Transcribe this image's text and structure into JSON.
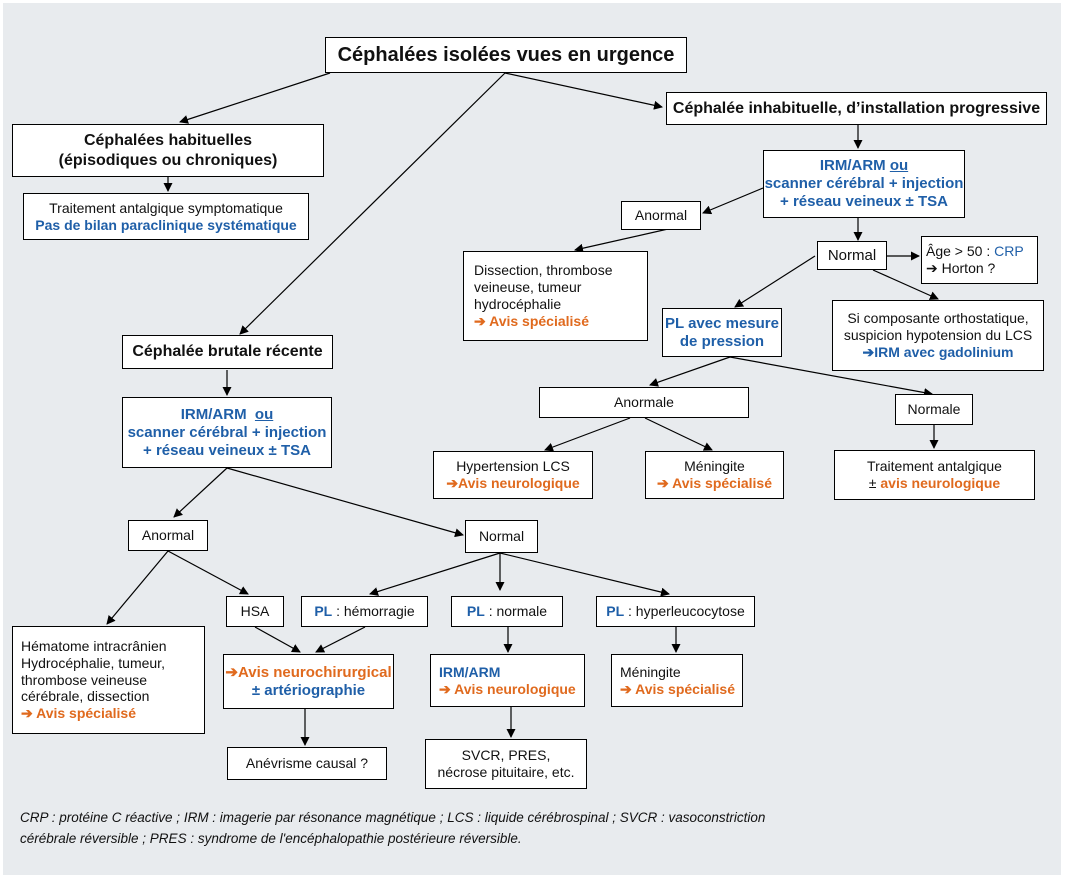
{
  "colors": {
    "panel": "#e8ebee",
    "blue": "#1f5fa8",
    "orange": "#e06a1e",
    "line": "#000000"
  },
  "title": "Céphalées isolées vues en urgence",
  "habituelles": {
    "line1": "Céphalées habituelles",
    "line2": "(épisodiques ou chroniques)"
  },
  "traitement_sympto": {
    "line1": "Traitement antalgique symptomatique",
    "line2": "Pas de bilan paraclinique systématique"
  },
  "inhabituelle": {
    "title": "Céphalée inhabituelle, d’installation progressive"
  },
  "irm_top": {
    "line1a": "IRM/ARM ",
    "line1b": "ou",
    "line2": "scanner cérébral + injection",
    "line3": "+ réseau veineux ± TSA"
  },
  "anormal_top": "Anormal",
  "dissection_top": {
    "line1": "Dissection, thrombose",
    "line2": "veineuse, tumeur",
    "line3": "hydrocéphalie",
    "line4": "➔ Avis spécialisé"
  },
  "normal_top": "Normal",
  "age": {
    "line1a": "Âge > 50 : ",
    "line1b": "CRP",
    "line2": "➔ Horton ?"
  },
  "pl_mesure": {
    "line1": "PL avec mesure",
    "line2": "de pression"
  },
  "orthostatique": {
    "line1": "Si composante orthostatique,",
    "line2": "suspicion hypotension du LCS",
    "line3": "➔IRM avec gadolinium"
  },
  "anormale_right": "Anormale",
  "normale_right": "Normale",
  "hypertension": {
    "line1": "Hypertension LCS",
    "line2": "➔Avis neurologique"
  },
  "meningite_top": {
    "line1": "Méningite",
    "line2": "➔ Avis spécialisé"
  },
  "traitement_antalgique": {
    "line1": "Traitement antalgique",
    "line2a": "± ",
    "line2b": "avis neurologique"
  },
  "brutale": {
    "title": "Céphalée brutale récente"
  },
  "irm_left": {
    "line1a": "IRM/ARM  ",
    "line1b": "ou",
    "line2": "scanner cérébral + injection",
    "line3": "+ réseau veineux ± TSA"
  },
  "anormal_bottom": "Anormal",
  "normal_bottom": "Normal",
  "hematome": {
    "line1": "Hématome intracrânien",
    "line2": "Hydrocéphalie, tumeur,",
    "line3": "thrombose veineuse",
    "line4": "cérébrale, dissection",
    "line5": "➔ Avis spécialisé"
  },
  "hsa": "HSA",
  "pl_hemorragie": {
    "pl": "PL",
    "text": " : hémorragie"
  },
  "pl_normale": {
    "pl": "PL",
    "text": " : normale"
  },
  "pl_hyper": {
    "pl": "PL",
    "text": " : hyperleucocytose"
  },
  "neurochir": {
    "line1": "➔Avis neurochirurgical",
    "line2": "± artériographie"
  },
  "irm_bottom": {
    "line1": "IRM/ARM",
    "line2": "➔ Avis neurologique"
  },
  "meningite_bottom": {
    "line1": "Méningite",
    "line2": "➔ Avis spécialisé"
  },
  "anevrisme": "Anévrisme causal ?",
  "svcr": {
    "line1": "SVCR, PRES,",
    "line2": "nécrose pituitaire, etc."
  },
  "footnote": {
    "line1": "CRP : protéine C réactive  ; IRM : imagerie par résonance magnétique ; LCS : liquide cérébrospinal ; SVCR : vasoconstriction",
    "line2": "cérébrale réversible ; PRES : syndrome de l'encéphalopathie postérieure réversible."
  }
}
